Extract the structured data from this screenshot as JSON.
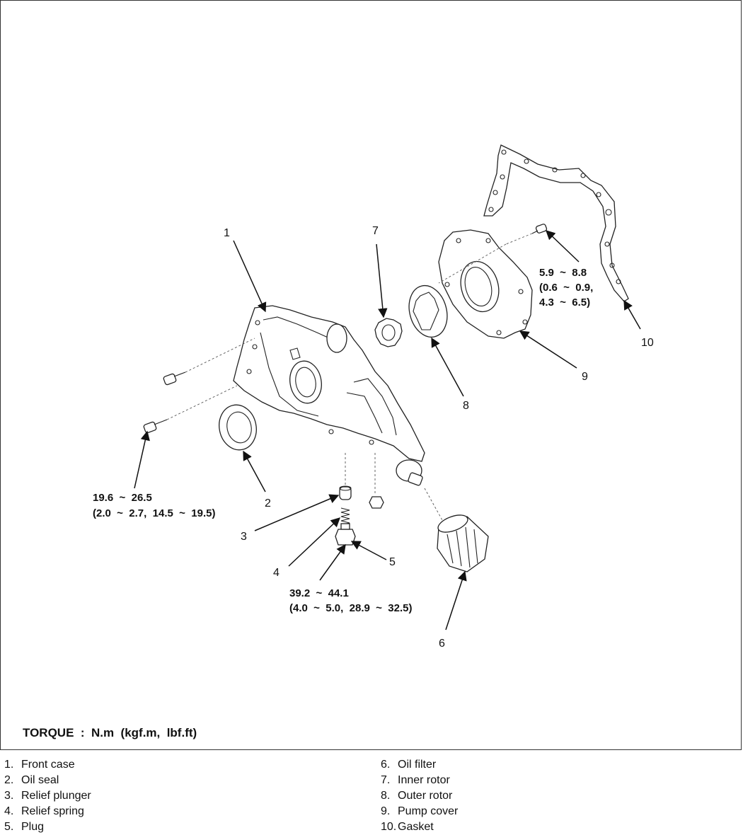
{
  "callouts": {
    "c1": "1",
    "c2": "2",
    "c3": "3",
    "c4": "4",
    "c5": "5",
    "c6": "6",
    "c7": "7",
    "c8": "8",
    "c9": "9",
    "c10": "10"
  },
  "torques": {
    "front_case_bolt": {
      "line1": "19.6  ~  26.5",
      "line2": "(2.0  ~  2.7,  14.5  ~  19.5)"
    },
    "plug": {
      "line1": "39.2  ~  44.1",
      "line2": "(4.0  ~  5.0,  28.9  ~  32.5)"
    },
    "pump_cover_screw": {
      "line1": "5.9  ~  8.8",
      "line2": "(0.6  ~  0.9,",
      "line3": "4.3  ~  6.5)"
    }
  },
  "torque_unit_note": "TORQUE  :  N.m  (kgf.m,  lbf.ft)",
  "legend": {
    "left": [
      {
        "num": "1.",
        "label": "Front case"
      },
      {
        "num": "2.",
        "label": "Oil seal"
      },
      {
        "num": "3.",
        "label": "Relief plunger"
      },
      {
        "num": "4.",
        "label": "Relief spring"
      },
      {
        "num": "5.",
        "label": "Plug"
      }
    ],
    "right": [
      {
        "num": "6.",
        "label": "Oil filter"
      },
      {
        "num": "7.",
        "label": "Inner rotor"
      },
      {
        "num": "8.",
        "label": "Outer rotor"
      },
      {
        "num": "9.",
        "label": "Pump cover"
      },
      {
        "num": "10.",
        "label": "Gasket"
      }
    ]
  }
}
